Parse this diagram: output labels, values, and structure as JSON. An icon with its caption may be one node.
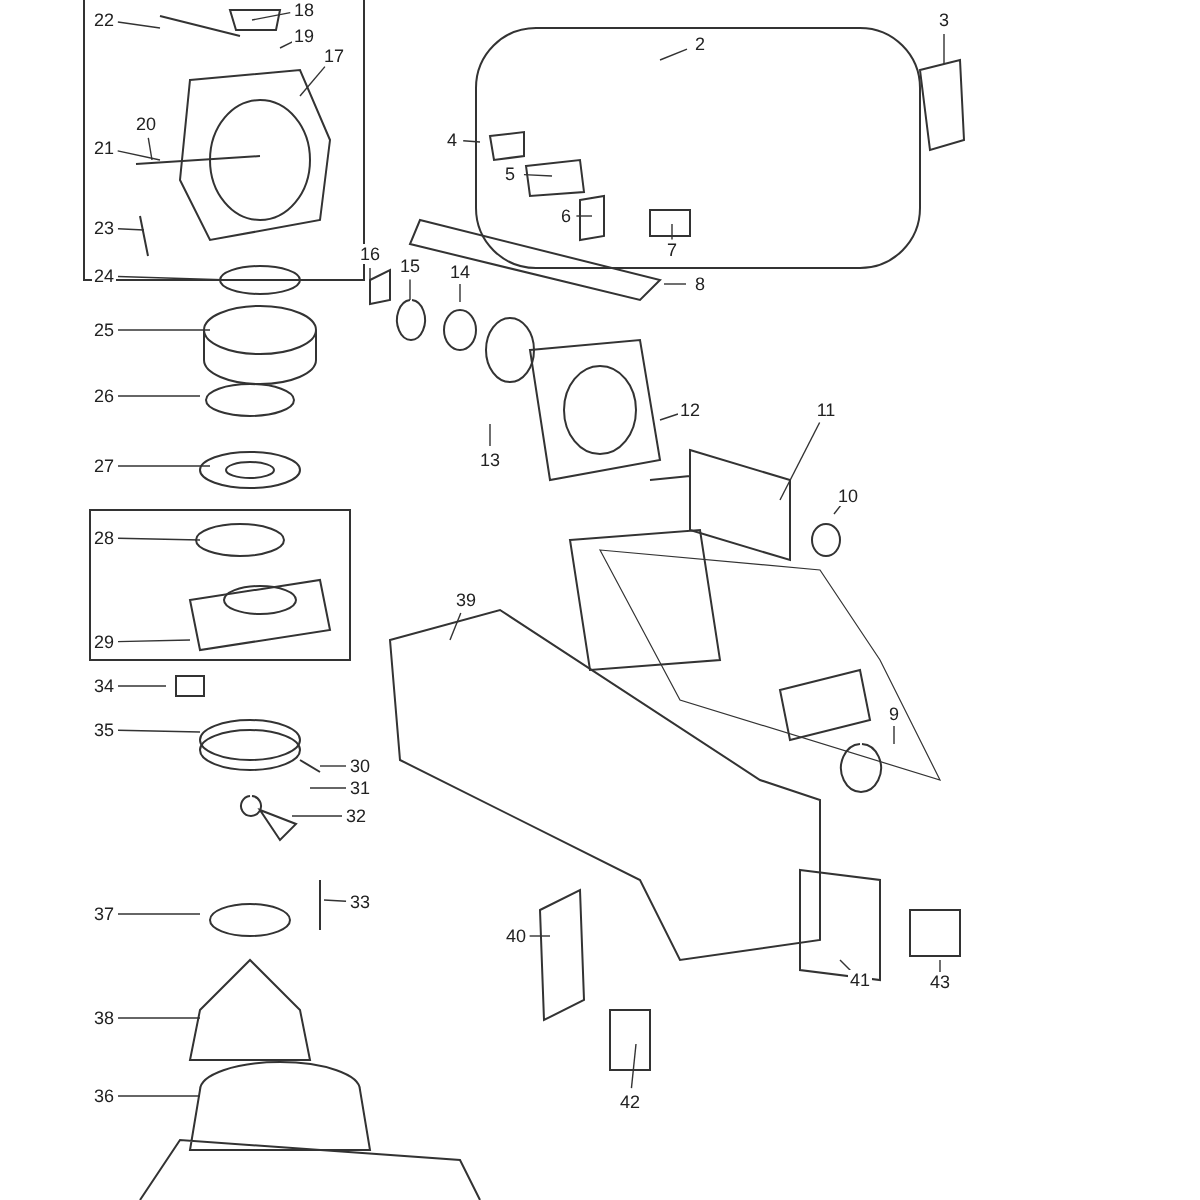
{
  "diagram": {
    "nodes": [
      {
        "text": [
          "2"
        ]
      },
      {
        "text": [
          "3"
        ]
      },
      {
        "text": [
          "4"
        ]
      },
      {
        "text": [
          "5"
        ]
      },
      {
        "text": [
          "6"
        ]
      },
      {
        "text": [
          "7"
        ]
      },
      {
        "text": [
          "8"
        ]
      },
      {
        "text": [
          "9"
        ]
      },
      {
        "text": [
          "10"
        ]
      },
      {
        "text": [
          "11"
        ]
      },
      {
        "text": [
          "12"
        ]
      },
      {
        "text": [
          "13"
        ]
      },
      {
        "text": [
          "14"
        ]
      },
      {
        "text": [
          "15"
        ]
      },
      {
        "text": [
          "16"
        ]
      },
      {
        "text": [
          "17"
        ]
      },
      {
        "text": [
          "18"
        ]
      },
      {
        "text": [
          "19"
        ]
      },
      {
        "text": [
          "20"
        ]
      },
      {
        "text": [
          "21"
        ]
      },
      {
        "text": [
          "22"
        ]
      },
      {
        "text": [
          "23"
        ]
      },
      {
        "text": [
          "24"
        ]
      },
      {
        "text": [
          "25"
        ]
      },
      {
        "text": [
          "26"
        ]
      },
      {
        "text": [
          "27"
        ]
      },
      {
        "text": [
          "28"
        ]
      },
      {
        "text": [
          "29"
        ]
      },
      {
        "text": [
          "30"
        ]
      },
      {
        "text": [
          "31"
        ]
      },
      {
        "text": [
          "32"
        ]
      },
      {
        "text": [
          "33"
        ]
      },
      {
        "text": [
          "34"
        ]
      },
      {
        "text": [
          "35"
        ]
      },
      {
        "text": [
          "36"
        ]
      },
      {
        "text": [
          "37"
        ]
      },
      {
        "text": [
          "38"
        ]
      },
      {
        "text": [
          "39"
        ]
      },
      {
        "text": [
          "40"
        ]
      },
      {
        "text": [
          "41"
        ]
      },
      {
        "text": [
          "42"
        ]
      },
      {
        "text": [
          "43"
        ]
      }
    ],
    "edges": [
      {
        "from": 0,
        "to": null,
        "arrow": "none"
      },
      {
        "from": 1,
        "to": null,
        "arrow": "none"
      },
      {
        "from": 2,
        "to": null,
        "arrow": "none"
      },
      {
        "from": 3,
        "to": null,
        "arrow": "none"
      },
      {
        "from": 4,
        "to": null,
        "arrow": "none"
      },
      {
        "from": 5,
        "to": null,
        "arrow": "none"
      },
      {
        "from": 6,
        "to": null,
        "arrow": "none"
      },
      {
        "from": 7,
        "to": null,
        "arrow": "none"
      },
      {
        "from": 8,
        "to": null,
        "arrow": "none"
      },
      {
        "from": 9,
        "to": null,
        "arrow": "none"
      },
      {
        "from": 10,
        "to": null,
        "arrow": "none"
      },
      {
        "from": 11,
        "to": null,
        "arrow": "none"
      },
      {
        "from": 12,
        "to": null,
        "arrow": "none"
      },
      {
        "from": 13,
        "to": null,
        "arrow": "none"
      },
      {
        "from": 14,
        "to": null,
        "arrow": "none"
      },
      {
        "from": 15,
        "to": null,
        "arrow": "none"
      },
      {
        "from": 16,
        "to": null,
        "arrow": "none"
      },
      {
        "from": 17,
        "to": null,
        "arrow": "none"
      },
      {
        "from": 18,
        "to": null,
        "arrow": "none"
      },
      {
        "from": 19,
        "to": null,
        "arrow": "none"
      },
      {
        "from": 20,
        "to": null,
        "arrow": "none"
      },
      {
        "from": 21,
        "to": null,
        "arrow": "none"
      },
      {
        "from": 22,
        "to": null,
        "arrow": "none"
      },
      {
        "from": 23,
        "to": null,
        "arrow": "none"
      },
      {
        "from": 24,
        "to": null,
        "arrow": "none"
      },
      {
        "from": 25,
        "to": null,
        "arrow": "none"
      },
      {
        "from": 26,
        "to": null,
        "arrow": "none"
      },
      {
        "from": 27,
        "to": null,
        "arrow": "none"
      },
      {
        "from": 28,
        "to": null,
        "arrow": "none"
      },
      {
        "from": 29,
        "to": null,
        "arrow": "none"
      },
      {
        "from": 30,
        "to": null,
        "arrow": "none"
      },
      {
        "from": 31,
        "to": null,
        "arrow": "none"
      },
      {
        "from": 32,
        "to": null,
        "arrow": "none"
      },
      {
        "from": 33,
        "to": null,
        "arrow": "none"
      },
      {
        "from": 34,
        "to": null,
        "arrow": "none"
      },
      {
        "from": 35,
        "to": null,
        "arrow": "none"
      },
      {
        "from": 36,
        "to": null,
        "arrow": "none"
      },
      {
        "from": 37,
        "to": null,
        "arrow": "none"
      },
      {
        "from": 38,
        "to": null,
        "arrow": "none"
      },
      {
        "from": 39,
        "to": null,
        "arrow": "none"
      },
      {
        "from": 40,
        "to": null,
        "arrow": "none"
      },
      {
        "from": 41,
        "to": null,
        "arrow": "none"
      }
    ]
  }
}
